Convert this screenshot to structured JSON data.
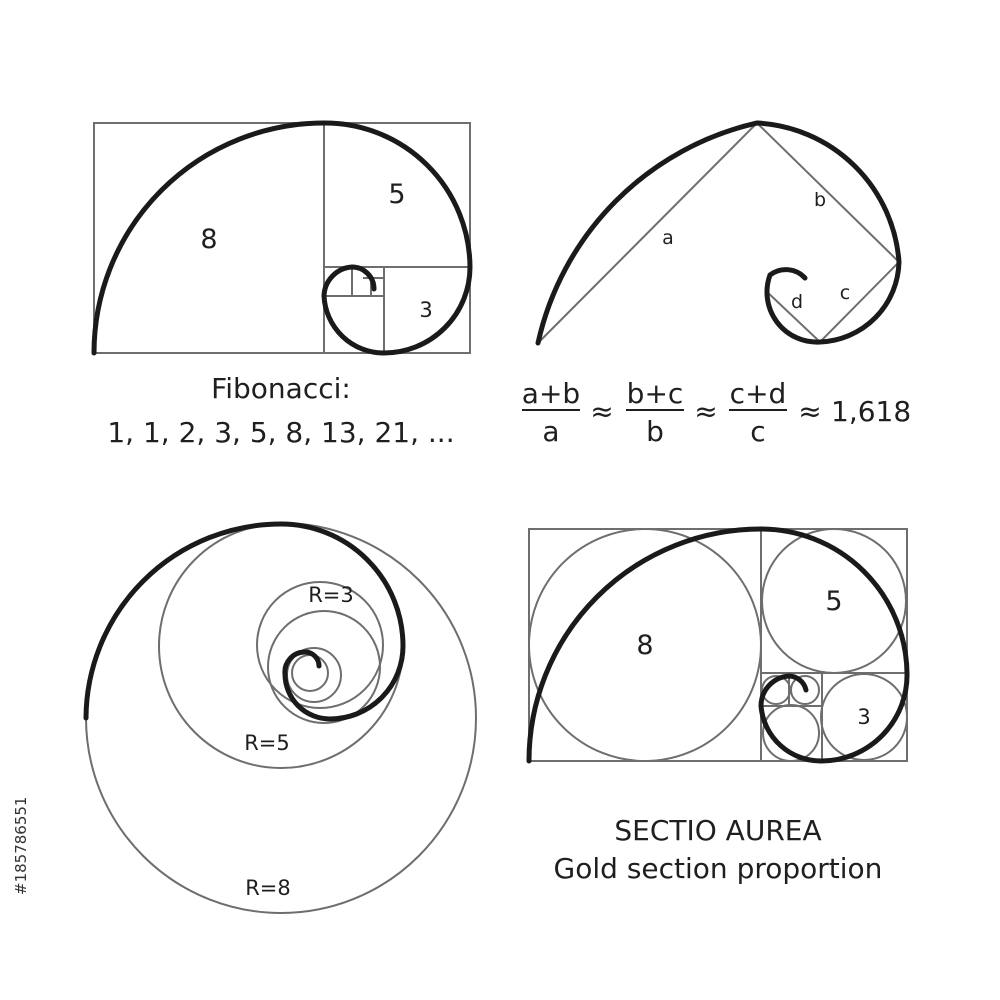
{
  "panel_tl": {
    "labels": {
      "sq8": "8",
      "sq5": "5",
      "sq3": "3"
    },
    "caption_line1": "Fibonacci:",
    "caption_line2": "1, 1, 2, 3, 5, 8, 13, 21, ..."
  },
  "panel_tr": {
    "labels": {
      "a": "a",
      "b": "b",
      "c": "c",
      "d": "d"
    },
    "formula": {
      "f1_num": "a+b",
      "f1_den": "a",
      "f2_num": "b+c",
      "f2_den": "b",
      "f3_num": "c+d",
      "f3_den": "c",
      "approx": "≈",
      "result": "1,618"
    }
  },
  "panel_bl": {
    "labels": {
      "r3": "R=3",
      "r5": "R=5",
      "r8": "R=8"
    }
  },
  "panel_br": {
    "labels": {
      "sq8": "8",
      "sq5": "5",
      "sq3": "3"
    },
    "caption_line1": "SECTIO AUREA",
    "caption_line2": "Gold section proportion"
  },
  "watermark": "#185786551",
  "colors": {
    "thin_line": "#6e6e6e",
    "spiral": "#1a1a1a",
    "text": "#1f1f1f"
  }
}
